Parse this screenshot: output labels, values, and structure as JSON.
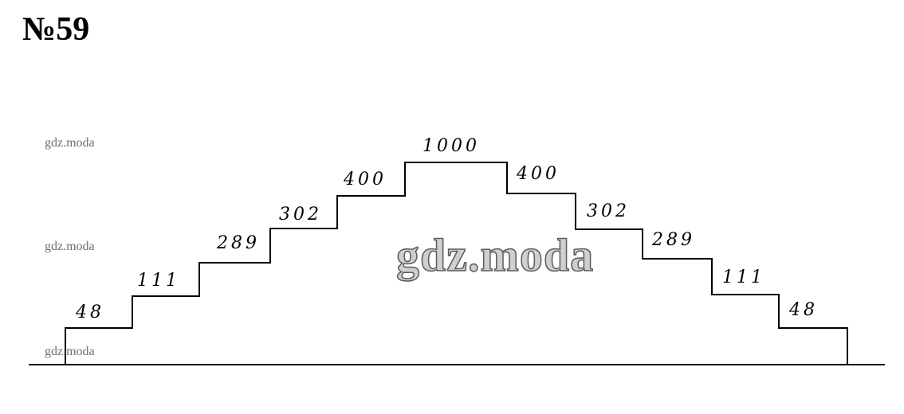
{
  "title": "№59",
  "watermarks": {
    "small": [
      "gdz.moda",
      "gdz.moda",
      "gdz.moda"
    ],
    "big": "gdz.moda"
  },
  "steps": {
    "left": [
      "48",
      "111",
      "289",
      "302",
      "400"
    ],
    "top": "1000",
    "right": [
      "400",
      "302",
      "289",
      "111",
      "48"
    ]
  }
}
